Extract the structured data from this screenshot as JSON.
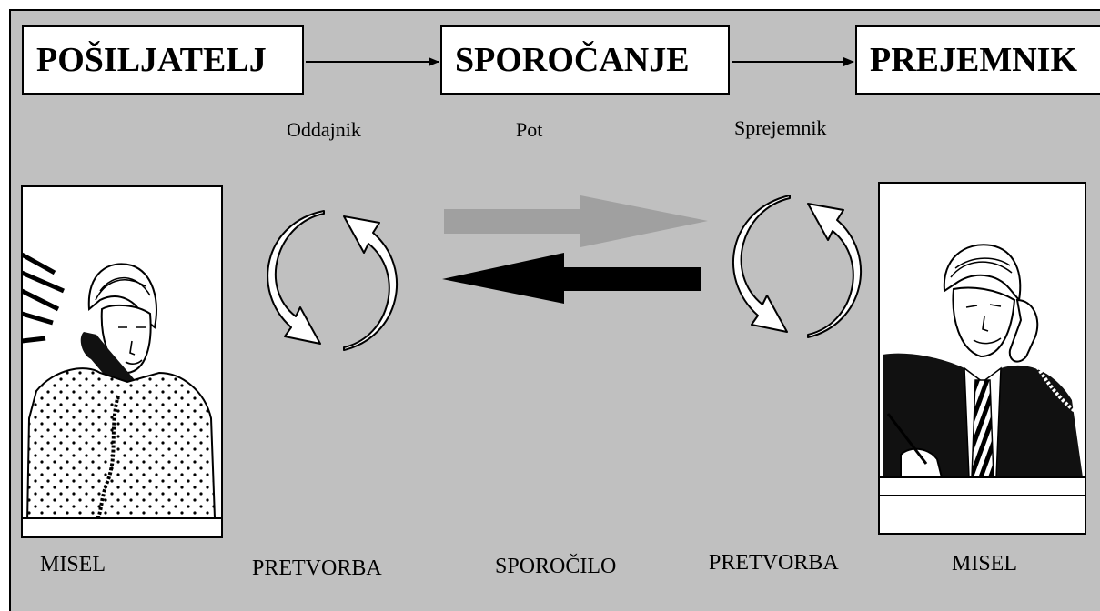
{
  "header": {
    "sender": "POŠILJATELJ",
    "channel_title": "SPOROČANJE",
    "receiver": "PREJEMNIK"
  },
  "roles": {
    "transmitter": "Oddajnik",
    "path": "Pot",
    "receiver": "Sprejemnik"
  },
  "bottom": {
    "left_thought": "MISEL",
    "left_conversion": "PRETVORBA",
    "message": "SPOROČILO",
    "right_conversion": "PRETVORBA",
    "right_thought": "MISEL"
  },
  "colors": {
    "background": "#c0c0c0",
    "forward_arrow": "#a0a0a0",
    "back_arrow": "#000000",
    "box_fill": "#ffffff"
  }
}
